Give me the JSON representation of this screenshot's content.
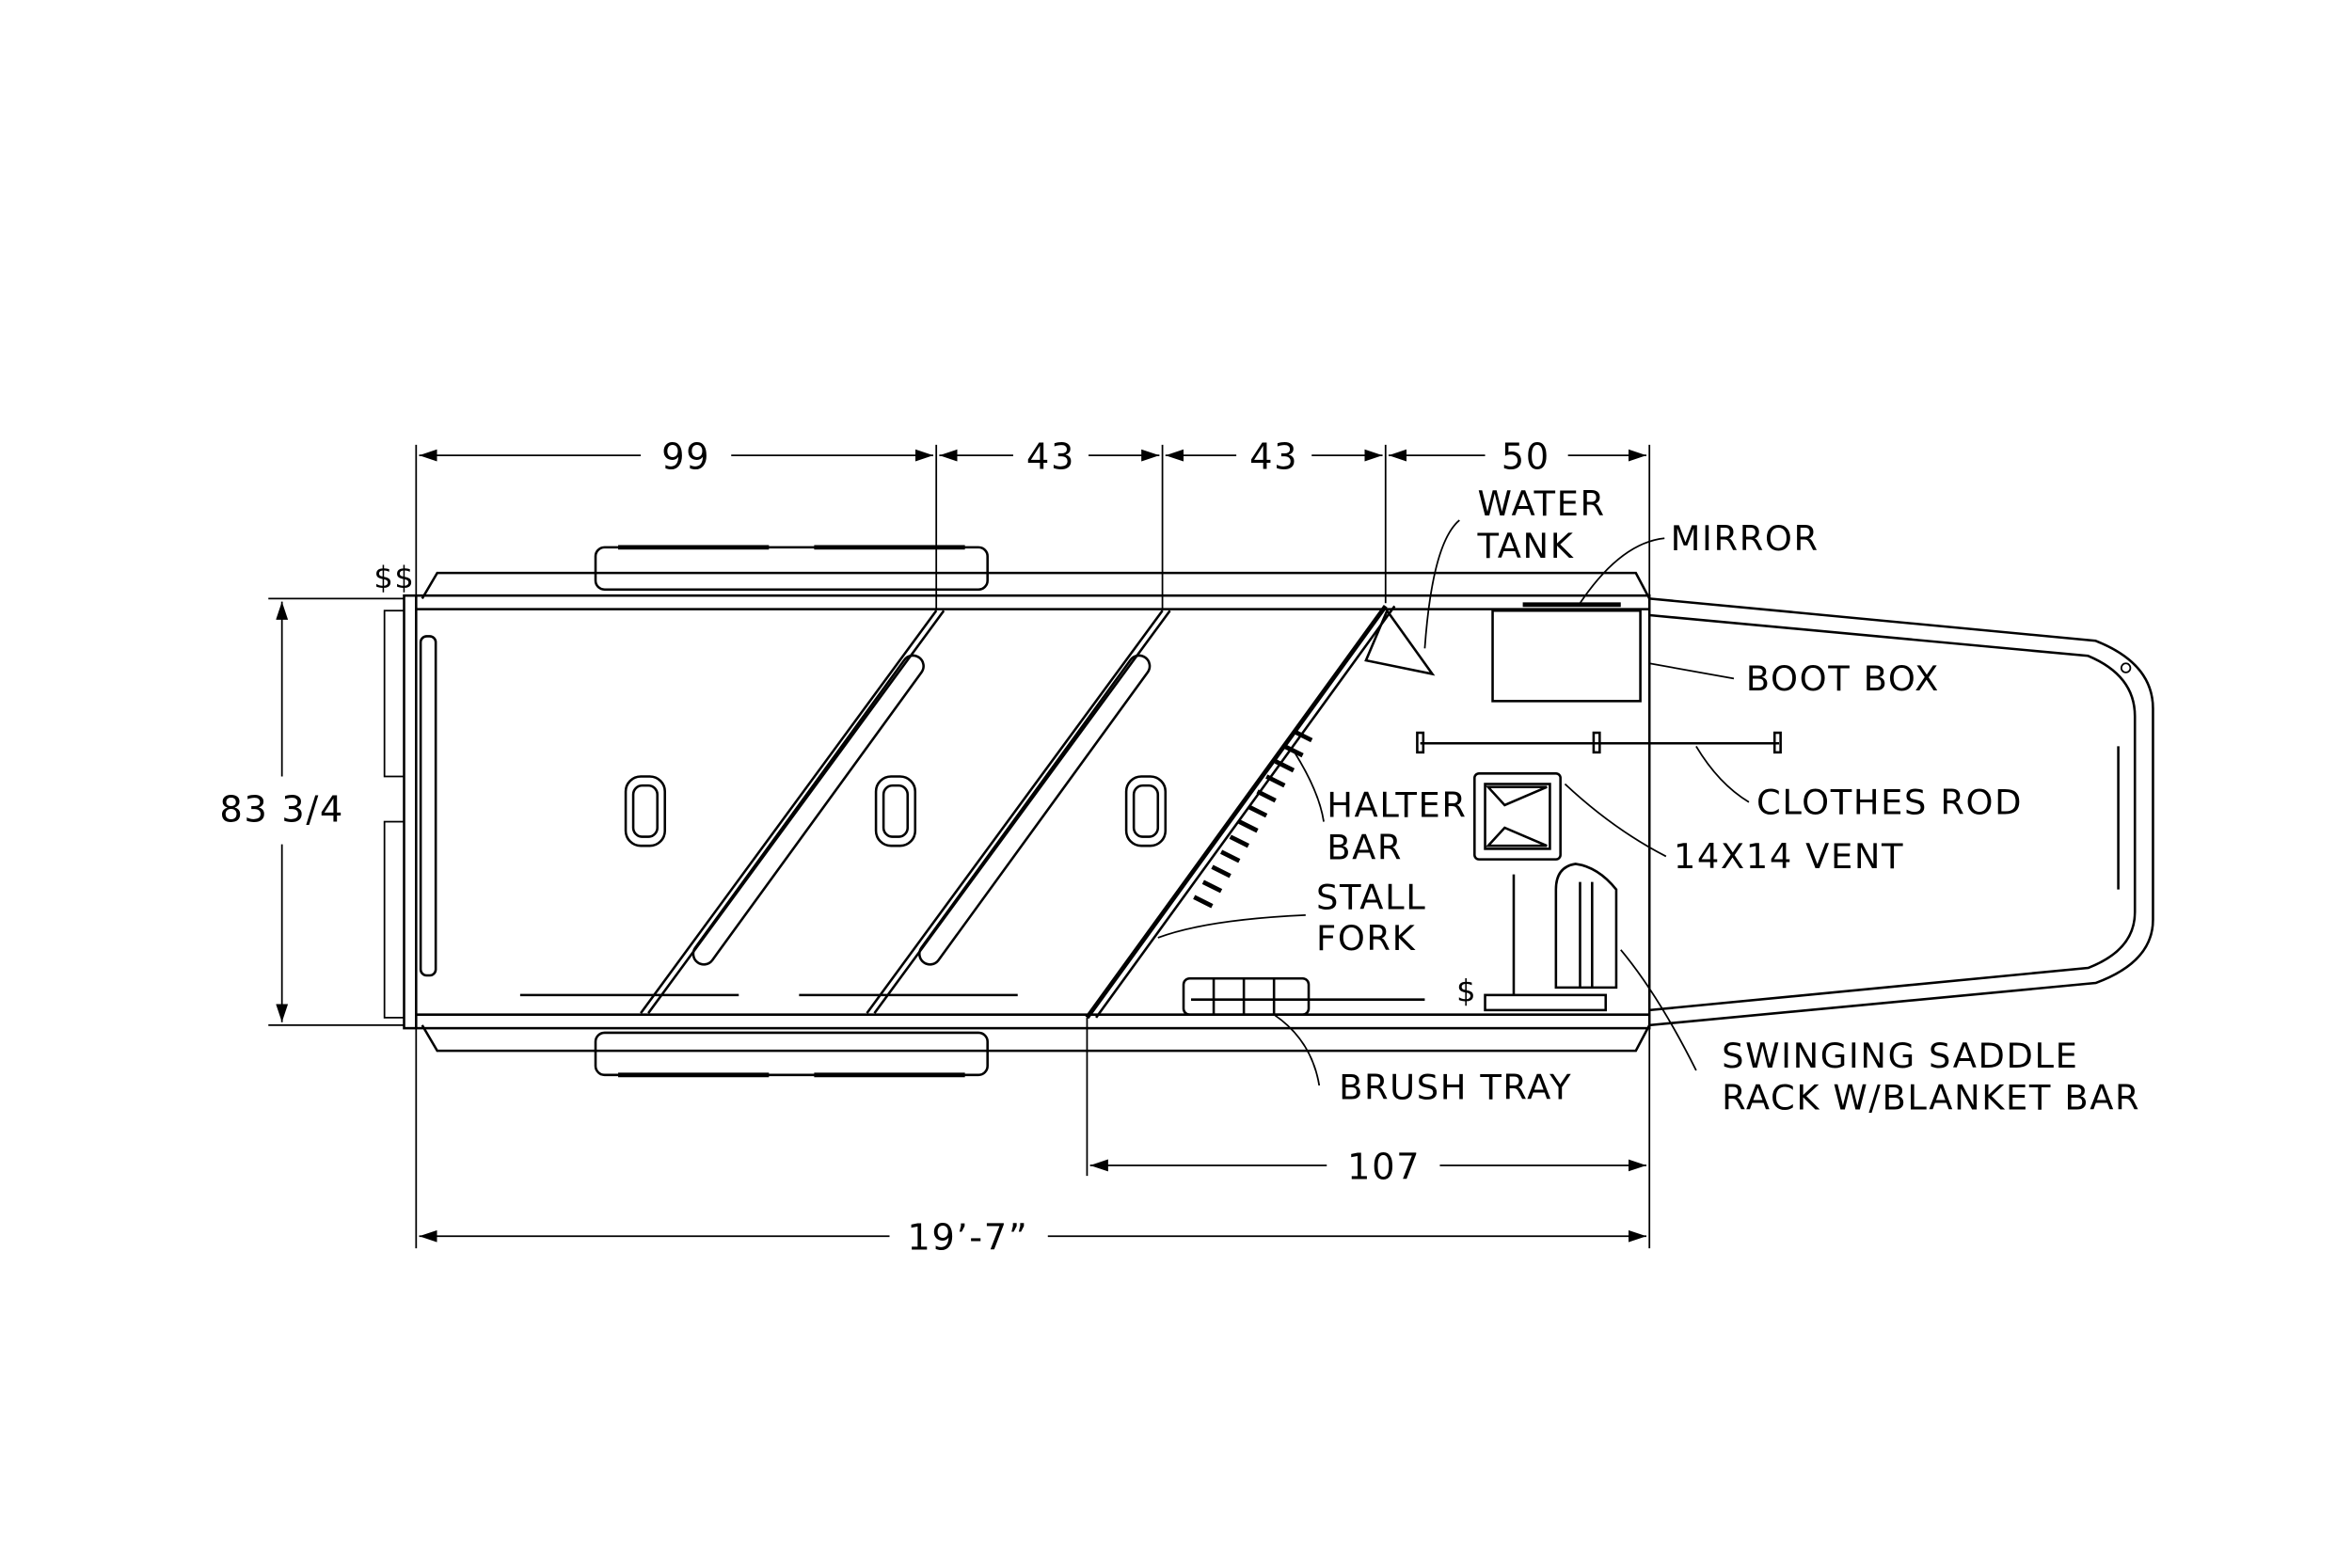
{
  "dimensions": {
    "segment_1": "99",
    "segment_2": "43",
    "segment_3": "43",
    "segment_4": "50",
    "width": "83 3/4",
    "dressing_room": "107",
    "overall_length": "19’-7”"
  },
  "labels": {
    "water_tank_1": "WATER",
    "water_tank_2": "TANK",
    "mirror": "MIRROR",
    "boot_box": "BOOT BOX",
    "clothes_rod": "CLOTHES ROD",
    "halter_bar_1": "HALTER",
    "halter_bar_2": "BAR",
    "vent": "14X14 VENT",
    "stall_fork_1": "STALL",
    "stall_fork_2": "FORK",
    "brush_tray": "BRUSH TRAY",
    "saddle_rack_1": "SWINGING SADDLE",
    "saddle_rack_2": "RACK W/BLANKET BAR",
    "marker_ss": "$$",
    "marker_s": "$"
  }
}
